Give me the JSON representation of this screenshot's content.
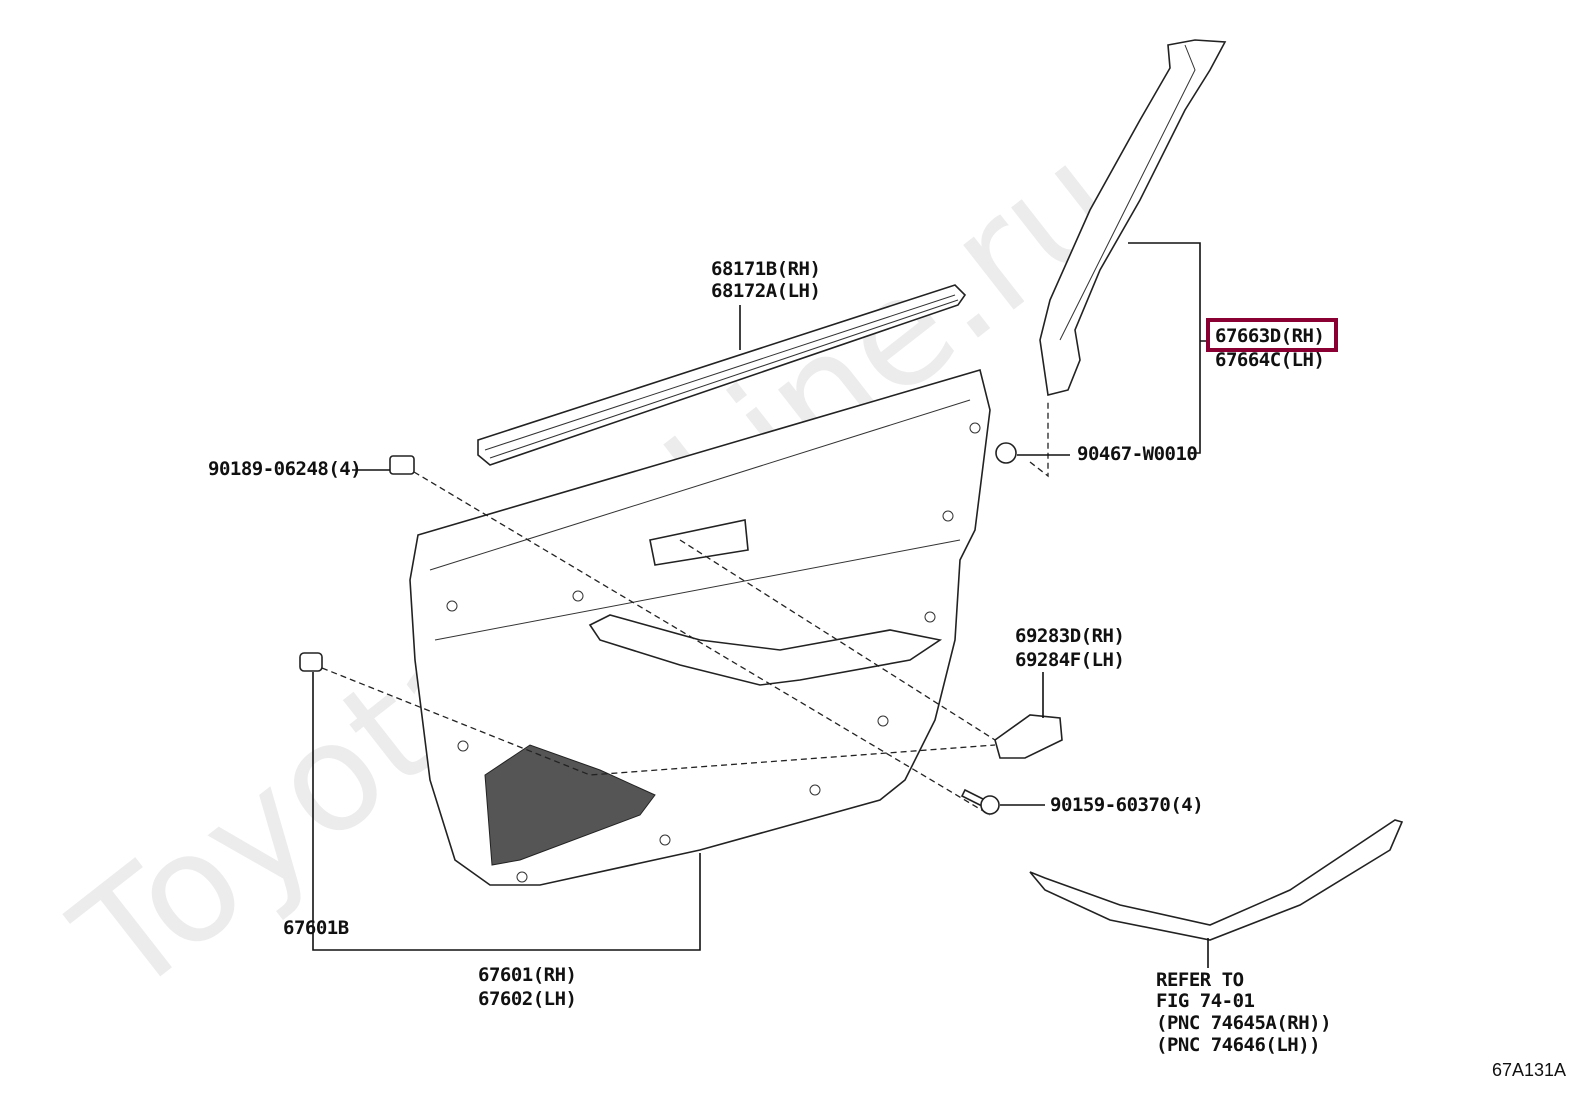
{
  "diagram": {
    "watermark": "ToyotaCarLine.ru",
    "figure_code": "67A131A",
    "highlight_color": "#8b0032",
    "callouts": {
      "belt_molding": [
        "68171B(RH)",
        "68172A(LH)"
      ],
      "pillar_garnish": [
        "67663D(RH)",
        "67664C(LH)"
      ],
      "pillar_clip": "90467-W0010",
      "panel_clip": "90189-06248(4)",
      "pull_handle_cover": [
        "69283D(RH)",
        "69284F(LH)"
      ],
      "screw": "90159-60370(4)",
      "panel_board": "67601B",
      "door_trim_board": [
        "67601(RH)",
        "67602(LH)"
      ],
      "refer_note": [
        "REFER TO",
        "FIG 74-01",
        "(PNC 74645A(RH))",
        "(PNC 74646(LH))"
      ]
    },
    "highlighted_part": "67663D(RH)"
  }
}
